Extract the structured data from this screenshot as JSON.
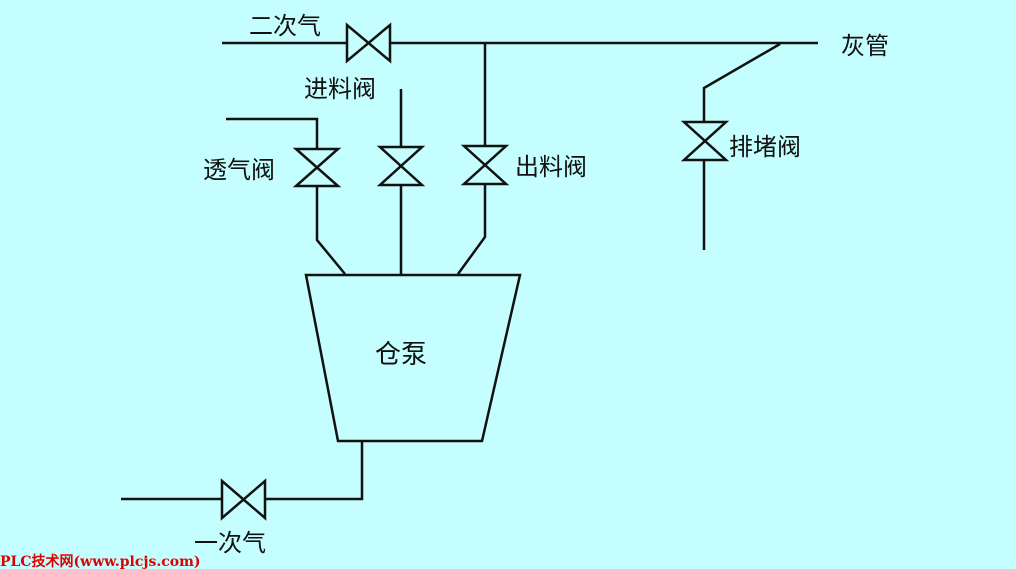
{
  "labels": {
    "secondary_air": "二次气",
    "ash_pipe": "灰管",
    "feed_valve": "进料阀",
    "vent_valve": "透气阀",
    "discharge_valve": "出料阀",
    "unblock_valve": "排堵阀",
    "silo_pump": "仓泵",
    "primary_air": "一次气"
  },
  "watermark": "PLC技术网(www.plcjs.com)"
}
